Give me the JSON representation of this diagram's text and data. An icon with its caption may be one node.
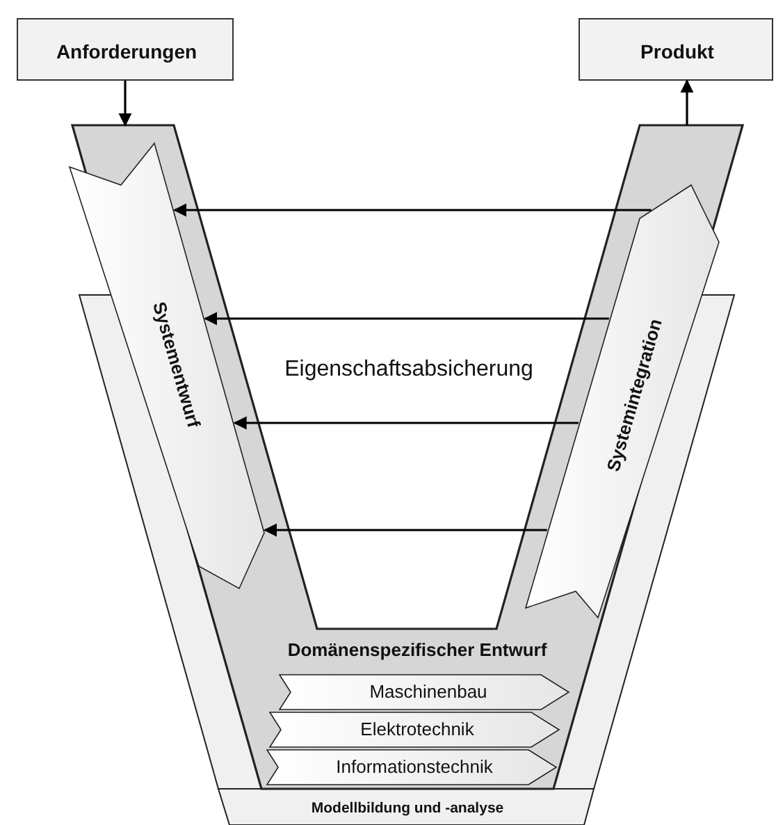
{
  "diagram": {
    "nodes": [
      {
        "text": [
          "Anforderungen"
        ]
      },
      {
        "text": [
          "Produkt"
        ]
      },
      {
        "text": [
          "Domänenspezifischer Entwurf"
        ]
      },
      {
        "text": [
          "Systementwurf"
        ],
        "in": 2
      },
      {
        "text": [
          "Systemintegration"
        ],
        "in": 2
      },
      {
        "text": [
          "Maschinenbau"
        ],
        "in": 2
      },
      {
        "text": [
          "Elektrotechnik"
        ],
        "in": 2
      },
      {
        "text": [
          "Informationstechnik"
        ],
        "in": 2
      },
      {
        "text": [
          "Modellbildung und -analyse"
        ]
      }
    ],
    "edges": [
      {
        "from": 0,
        "to": 2,
        "arrow": "to"
      },
      {
        "from": 2,
        "to": 1,
        "arrow": "to"
      },
      {
        "from": 4,
        "to": 3,
        "arrow": "to"
      },
      {
        "from": 4,
        "to": 3,
        "arrow": "to"
      },
      {
        "from": 4,
        "to": 3,
        "arrow": "to"
      },
      {
        "from": 4,
        "to": 3,
        "arrow": "to"
      }
    ],
    "labels": [
      "Eigenschaftsabsicherung"
    ]
  }
}
